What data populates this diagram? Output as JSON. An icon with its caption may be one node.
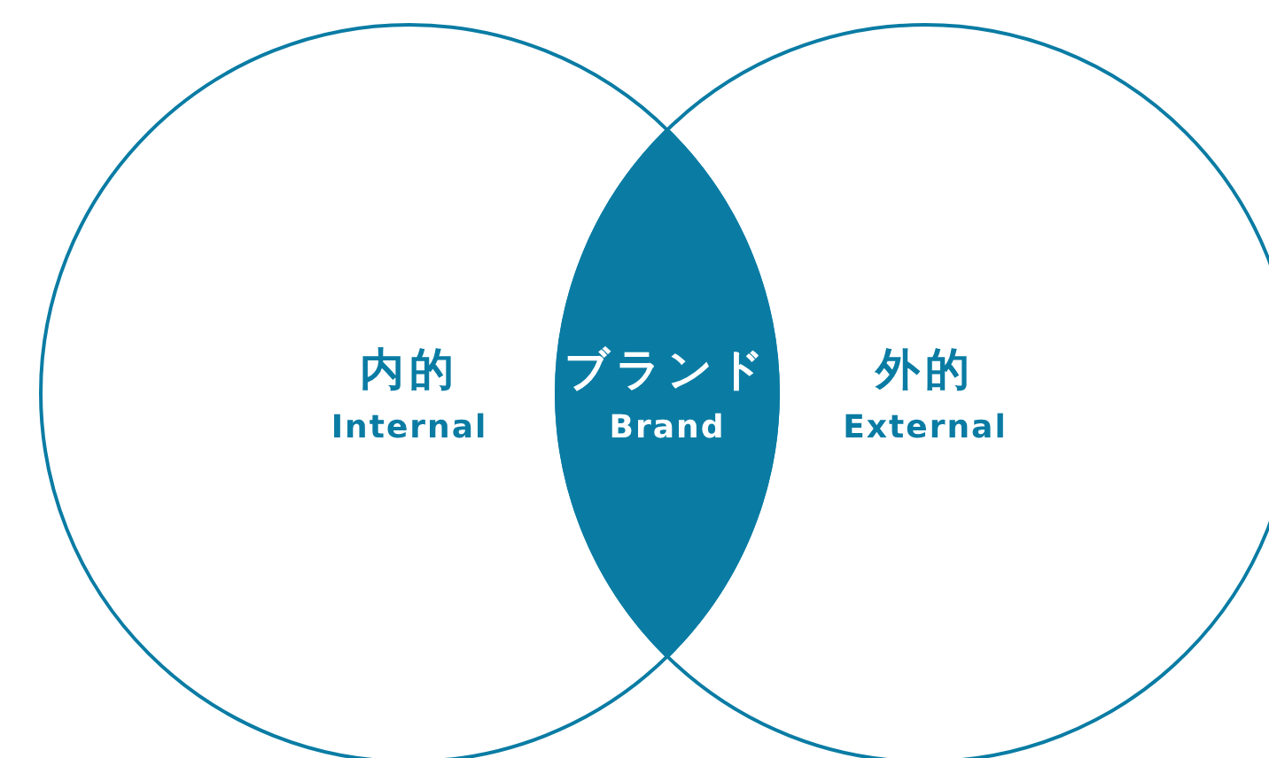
{
  "diagram": {
    "nodes": [
      {
        "text": [
          "内的",
          "Internal"
        ]
      },
      {
        "text": [
          "外的",
          "External"
        ]
      },
      {
        "text": [
          "ブランド",
          "Brand"
        ]
      }
    ],
    "edges": []
  }
}
